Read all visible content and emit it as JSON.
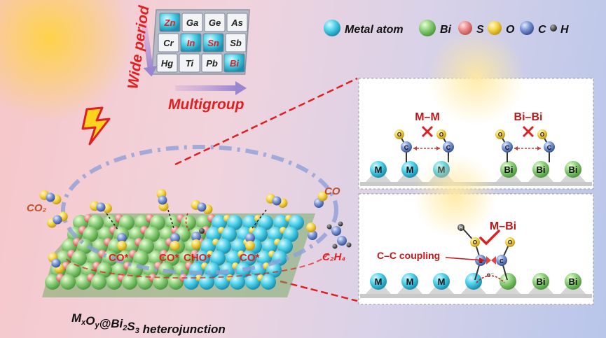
{
  "periodic": {
    "cells": [
      {
        "symbol": "Zn",
        "highlight": true
      },
      {
        "symbol": "Ga",
        "highlight": false
      },
      {
        "symbol": "Ge",
        "highlight": false
      },
      {
        "symbol": "As",
        "highlight": false
      },
      {
        "symbol": "Cr",
        "highlight": false
      },
      {
        "symbol": "In",
        "highlight": true
      },
      {
        "symbol": "Sn",
        "highlight": true
      },
      {
        "symbol": "Sb",
        "highlight": false
      },
      {
        "symbol": "Hg",
        "highlight": false
      },
      {
        "symbol": "Ti",
        "highlight": false
      },
      {
        "symbol": "Pb",
        "highlight": false
      },
      {
        "symbol": "Bi",
        "highlight": true
      }
    ],
    "vertical_label": "Wide period",
    "horizontal_label": "Multigroup"
  },
  "legend": {
    "metal": "Metal atom",
    "bi": "Bi",
    "s": "S",
    "o": "O",
    "c": "C",
    "h": "H"
  },
  "main": {
    "co2": "CO₂",
    "co": "CO",
    "c2h4": "C₂H₄",
    "ads1": "CO*",
    "ads2": "CO*",
    "ads3": "CHO*",
    "ads4": "CO*",
    "caption": "MxOy@Bi2S3 heterojunction"
  },
  "panel_top": {
    "mm_label": "M–M",
    "bibi_label": "Bi–Bi",
    "m": "M",
    "bi": "Bi",
    "o": "O",
    "c": "C"
  },
  "panel_bottom": {
    "mbi_label": "M–Bi",
    "coupling": "C–C coupling",
    "e": "e⁻",
    "m": "M",
    "bi": "Bi",
    "o": "O",
    "c": "C",
    "h": "H"
  },
  "colors": {
    "metal": "#4fd3ea",
    "bi": "#8fd07c",
    "s": "#ef8f8f",
    "o": "#f5d64a",
    "c": "#7e98d6",
    "h": "#333333",
    "accent": "#e02020"
  }
}
